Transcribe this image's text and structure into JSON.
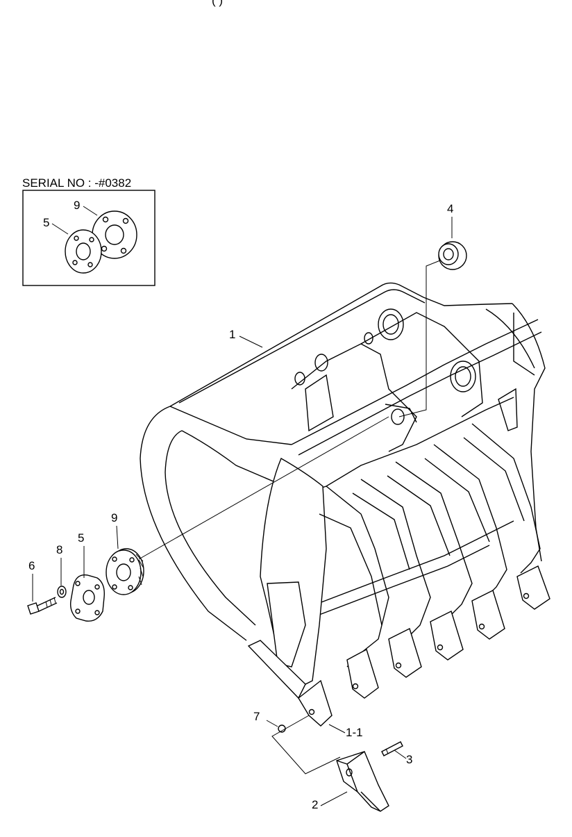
{
  "header_fragment": "(                    )",
  "inset": {
    "serial_label": "SERIAL NO : -#0382"
  },
  "callouts": {
    "inset_9": "9",
    "inset_5": "5",
    "p4": "4",
    "p1": "1",
    "p9": "9",
    "p5": "5",
    "p8": "8",
    "p6": "6",
    "p7": "7",
    "p1_1": "1-1",
    "p3": "3",
    "p2": "2"
  }
}
